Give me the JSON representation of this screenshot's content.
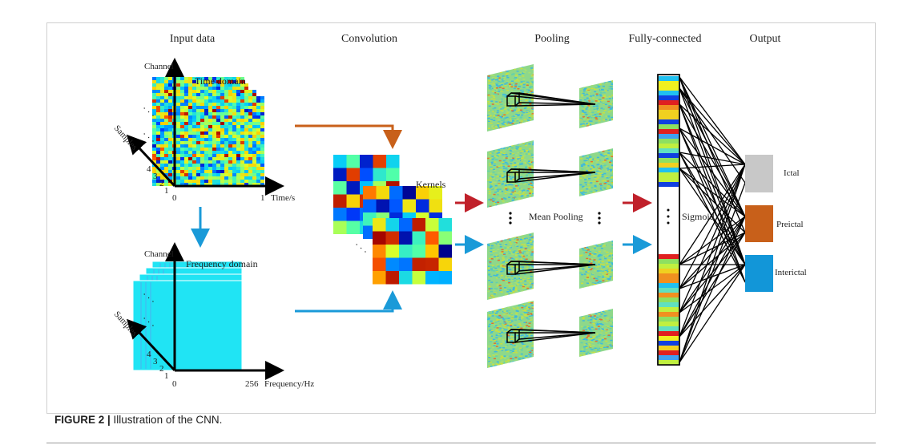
{
  "headers": {
    "input": "Input data",
    "convolution": "Convolution",
    "pooling": "Pooling",
    "fc": "Fully-connected",
    "output": "Output"
  },
  "time_panel": {
    "y_axis": "Channel",
    "title": "Time domain",
    "x_zero": "0",
    "x_end": "1",
    "x_unit": "Time/s",
    "z_axis": "Samples",
    "sample_ticks": [
      "1",
      "2",
      "3",
      "4"
    ]
  },
  "freq_panel": {
    "y_axis": "Channel",
    "title": "Frequency domain",
    "x_zero": "0",
    "x_end": "256",
    "x_unit": "Frequency/Hz",
    "z_axis": "Samples",
    "sample_ticks": [
      "1",
      "2",
      "3",
      "4"
    ]
  },
  "kernels_label": "Kernels",
  "pooling_label": "Mean Pooling",
  "fc_label": "Sigmoid",
  "outputs": [
    {
      "label": "Ictal",
      "color": "#c8c8c8"
    },
    {
      "label": "Preictal",
      "color": "#c8601a"
    },
    {
      "label": "Interictal",
      "color": "#1296d8"
    }
  ],
  "colors": {
    "orange_arrow": "#c8601a",
    "blue_arrow": "#1a9ad8",
    "red_arrow": "#c0202a"
  },
  "caption": {
    "label": "FIGURE 2 |",
    "text": " Illustration of the CNN."
  }
}
